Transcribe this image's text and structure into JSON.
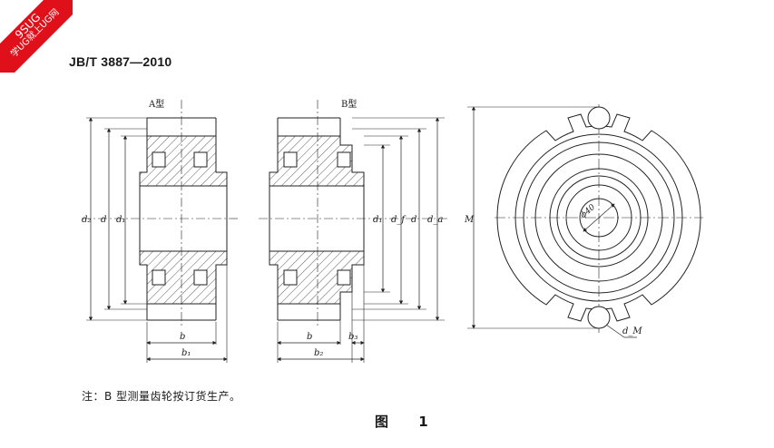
{
  "watermark": {
    "line1": "9SUG",
    "line2": "学UG就上UG网"
  },
  "header": {
    "standard_code": "JB/T 3887—2010"
  },
  "views": {
    "type_a": {
      "title": "A型",
      "dims": {
        "d2": "d₂",
        "d": "d",
        "d1": "d₁",
        "b": "b",
        "b1": "b₁"
      }
    },
    "type_b": {
      "title": "B型",
      "dims": {
        "d1": "d₁",
        "df": "d_f",
        "d": "d",
        "da": "d_a",
        "b": "b",
        "b2": "b₂",
        "b3": "b₃"
      }
    },
    "side_view": {
      "dims": {
        "M": "M",
        "phi": "ϕ40",
        "dM": "d_M"
      }
    }
  },
  "note": "注：B 型测量齿轮按订货生产。",
  "figure_caption": "图  1"
}
